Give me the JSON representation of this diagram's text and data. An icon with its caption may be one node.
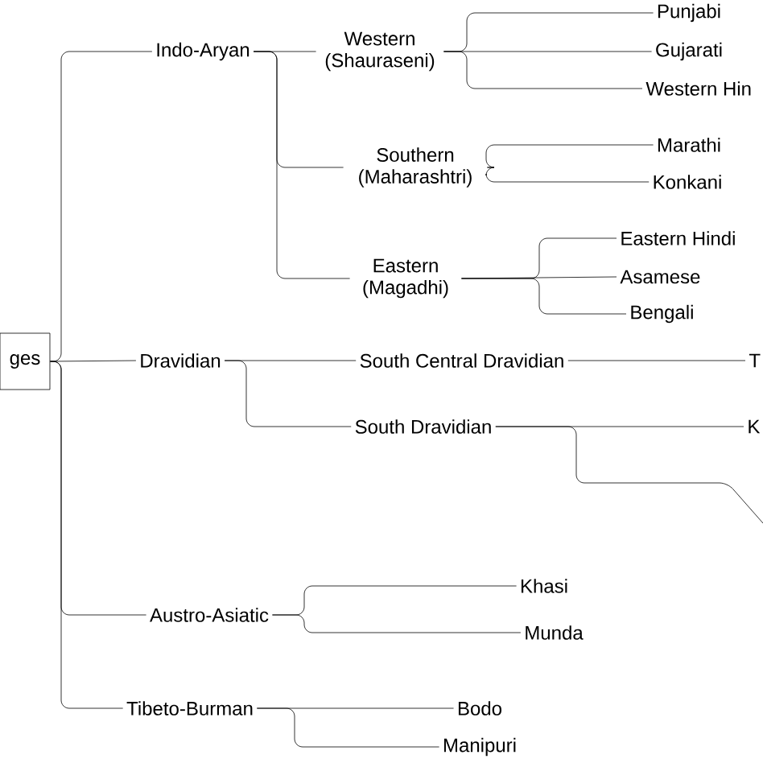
{
  "diagram": {
    "nodes": [
      {
        "text": [
          "ges"
        ]
      },
      {
        "text": [
          "Indo-Aryan"
        ]
      },
      {
        "text": [
          "Western (Shauraseni)"
        ]
      },
      {
        "text": [
          "Southern (Maharashtri)"
        ]
      },
      {
        "text": [
          "Eastern (Magadhi)"
        ]
      },
      {
        "text": [
          "Punjabi"
        ]
      },
      {
        "text": [
          "Gujarati"
        ]
      },
      {
        "text": [
          "Western Hin"
        ]
      },
      {
        "text": [
          "Marathi"
        ]
      },
      {
        "text": [
          "Konkani"
        ]
      },
      {
        "text": [
          "Eastern Hindi"
        ]
      },
      {
        "text": [
          "Asamese"
        ]
      },
      {
        "text": [
          "Bengali"
        ]
      },
      {
        "text": [
          "Dravidian"
        ]
      },
      {
        "text": [
          "South Central Dravidian"
        ]
      },
      {
        "text": [
          "T"
        ]
      },
      {
        "text": [
          "South Dravidian"
        ]
      },
      {
        "text": [
          "K"
        ]
      },
      {
        "text": [
          "Austro-Asiatic"
        ]
      },
      {
        "text": [
          "Khasi"
        ]
      },
      {
        "text": [
          "Munda"
        ]
      },
      {
        "text": [
          "Tibeto-Burman"
        ]
      },
      {
        "text": [
          "Bodo"
        ]
      },
      {
        "text": [
          "Manipuri"
        ]
      }
    ],
    "edges": [
      {
        "from": 0,
        "to": 1,
        "arrow": "none"
      },
      {
        "from": 0,
        "to": 13,
        "arrow": "none"
      },
      {
        "from": 0,
        "to": 18,
        "arrow": "none"
      },
      {
        "from": 0,
        "to": 21,
        "arrow": "none"
      },
      {
        "from": 1,
        "to": 2,
        "arrow": "none"
      },
      {
        "from": 1,
        "to": 3,
        "arrow": "none"
      },
      {
        "from": 1,
        "to": 4,
        "arrow": "none"
      },
      {
        "from": 2,
        "to": 5,
        "arrow": "none"
      },
      {
        "from": 2,
        "to": 6,
        "arrow": "none"
      },
      {
        "from": 2,
        "to": 7,
        "arrow": "none"
      },
      {
        "from": 3,
        "to": 8,
        "arrow": "none"
      },
      {
        "from": 3,
        "to": 9,
        "arrow": "none"
      },
      {
        "from": 4,
        "to": 10,
        "arrow": "none"
      },
      {
        "from": 4,
        "to": 11,
        "arrow": "none"
      },
      {
        "from": 4,
        "to": 12,
        "arrow": "none"
      },
      {
        "from": 13,
        "to": 14,
        "arrow": "none"
      },
      {
        "from": 13,
        "to": 16,
        "arrow": "none"
      },
      {
        "from": 14,
        "to": 15,
        "arrow": "none"
      },
      {
        "from": 16,
        "to": 17,
        "arrow": "none"
      },
      {
        "from": 16,
        "to": null,
        "arrow": "none"
      },
      {
        "from": 18,
        "to": 19,
        "arrow": "none"
      },
      {
        "from": 18,
        "to": 20,
        "arrow": "none"
      },
      {
        "from": 21,
        "to": 22,
        "arrow": "none"
      },
      {
        "from": 21,
        "to": 23,
        "arrow": "none"
      }
    ]
  }
}
